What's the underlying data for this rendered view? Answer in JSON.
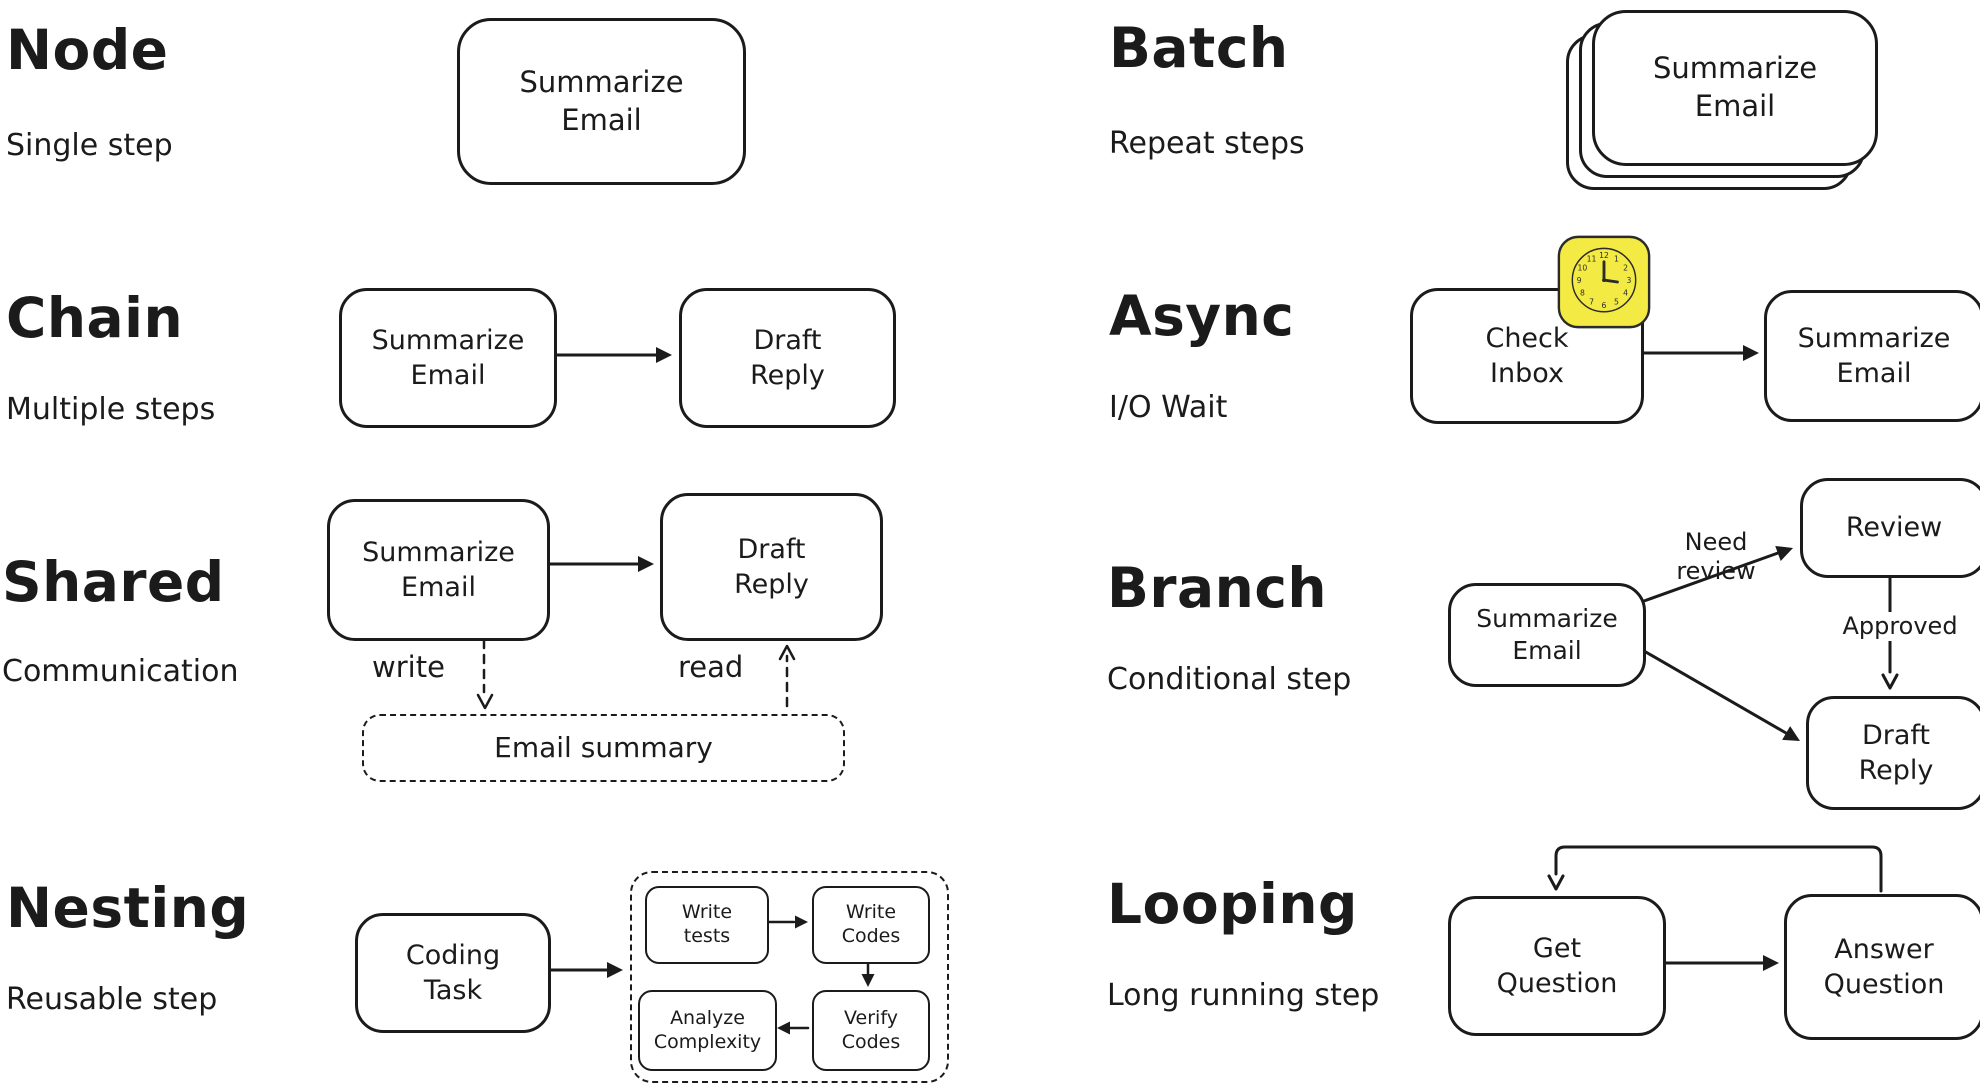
{
  "colors": {
    "ink": "#1b1b1b",
    "clock_fill": "#f3ea43",
    "background": "#ffffff"
  },
  "sections": {
    "node": {
      "title": "Node",
      "subtitle": "Single step",
      "box1": "Summarize\nEmail"
    },
    "chain": {
      "title": "Chain",
      "subtitle": "Multiple steps",
      "box1": "Summarize\nEmail",
      "box2": "Draft\nReply"
    },
    "shared": {
      "title": "Shared",
      "subtitle": "Communication",
      "box1": "Summarize\nEmail",
      "box2": "Draft\nReply",
      "write_label": "write",
      "read_label": "read",
      "store_box": "Email summary"
    },
    "nesting": {
      "title": "Nesting",
      "subtitle": "Reusable step",
      "box1": "Coding\nTask",
      "sub_box1": "Write\ntests",
      "sub_box2": "Write\nCodes",
      "sub_box3": "Verify\nCodes",
      "sub_box4": "Analyze\nComplexity"
    },
    "batch": {
      "title": "Batch",
      "subtitle": "Repeat steps",
      "box1": "Summarize\nEmail"
    },
    "async": {
      "title": "Async",
      "subtitle": "I/O Wait",
      "box1": "Check\nInbox",
      "box2": "Summarize\nEmail",
      "clock_icon": "clock-icon",
      "clock_numbers": [
        "12",
        "1",
        "2",
        "3",
        "4",
        "5",
        "6",
        "7",
        "8",
        "9",
        "10",
        "11"
      ]
    },
    "branch": {
      "title": "Branch",
      "subtitle": "Conditional step",
      "box1": "Summarize\nEmail",
      "box2": "Review",
      "box3": "Draft\nReply",
      "edge_need_review": "Need\nreview",
      "edge_approved": "Approved"
    },
    "looping": {
      "title": "Looping",
      "subtitle": "Long running step",
      "box1": "Get\nQuestion",
      "box2": "Answer\nQuestion"
    }
  }
}
